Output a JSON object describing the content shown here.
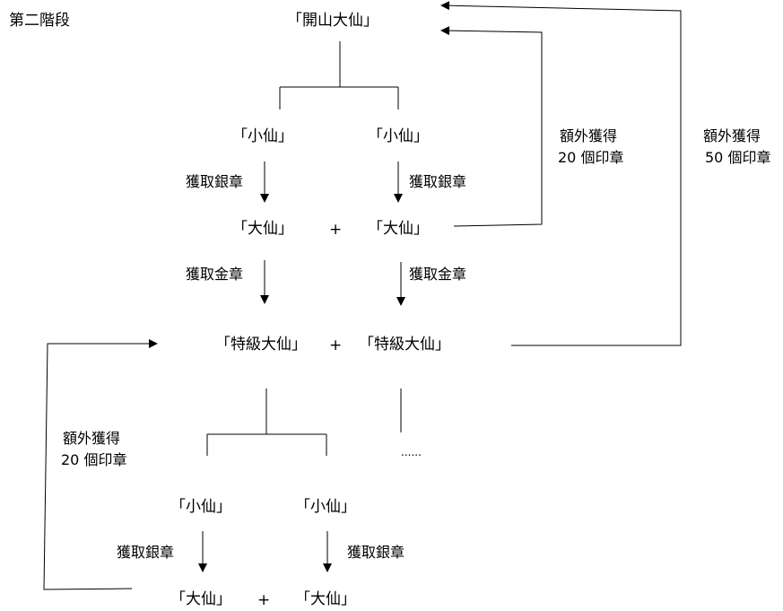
{
  "stage_title": "第二階段",
  "nodes": {
    "founder": "「開山大仙」",
    "small_1": "「小仙」",
    "small_2": "「小仙」",
    "big_1": "「大仙」",
    "big_2": "「大仙」",
    "special_1": "「特級大仙」",
    "special_2": "「特級大仙」",
    "small_3": "「小仙」",
    "small_4": "「小仙」",
    "big_3": "「大仙」",
    "big_4": "「大仙」"
  },
  "operators": {
    "plus": "+"
  },
  "actions": {
    "silver": "獲取銀章",
    "gold": "獲取金章"
  },
  "bonuses": {
    "line1": "額外獲得",
    "twenty": "20 個印章",
    "fifty": "50 個印章"
  },
  "ellipsis": "......"
}
